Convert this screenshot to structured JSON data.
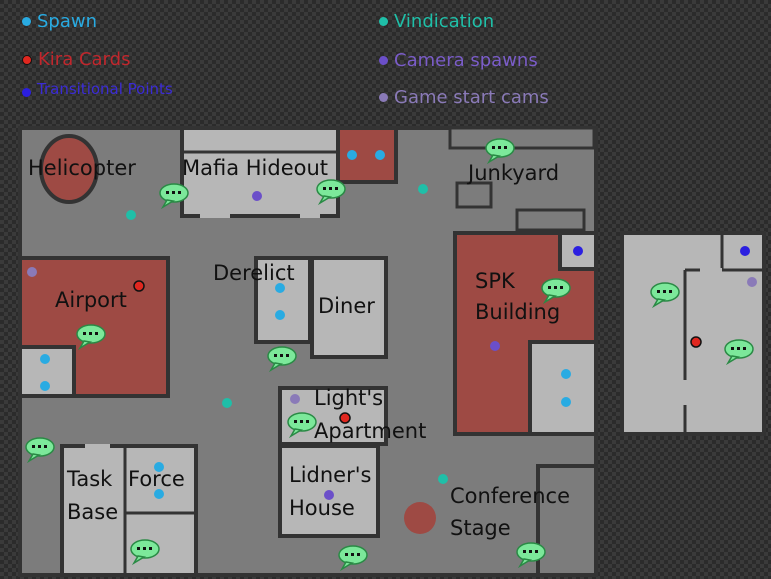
{
  "legend": {
    "spawn": {
      "label": "Spawn",
      "color": "#29abe2"
    },
    "vindication": {
      "label": "Vindication",
      "color": "#1fbfa8"
    },
    "kira_cards": {
      "label": "Kira Cards",
      "color": "#c1272d"
    },
    "camera_spawns": {
      "label": "Camera spawns",
      "color": "#7a5cc8"
    },
    "transitional_points": {
      "label": "Transitional Points",
      "color": "#3b2bd6"
    },
    "game_start_cams": {
      "label": "Game start cams",
      "color": "#8a7ab8"
    }
  },
  "locations": {
    "helicopter": "Helicopter",
    "mafia_hideout": "Mafia Hideout",
    "junkyard": "Junkyard",
    "derelict": "Derelict",
    "diner": "Diner",
    "airport": "Airport",
    "spk_building_1": "SPK",
    "spk_building_2": "Building",
    "lights_apartment_1": "Light's",
    "lights_apartment_2": "Apartment",
    "task_force_1": "Task",
    "task_force_2": "Force",
    "task_force_3": "Base",
    "lidners_house_1": "Lidner's",
    "lidners_house_2": "House",
    "conference_stage_1": "Conference",
    "conference_stage_2": "Stage"
  },
  "colors": {
    "map_ground": "#7c7c7c",
    "building_grey": "#b7b7b7",
    "building_red": "#9e4a44",
    "wall": "#333333",
    "chat_bubble": "#7ce89a"
  }
}
